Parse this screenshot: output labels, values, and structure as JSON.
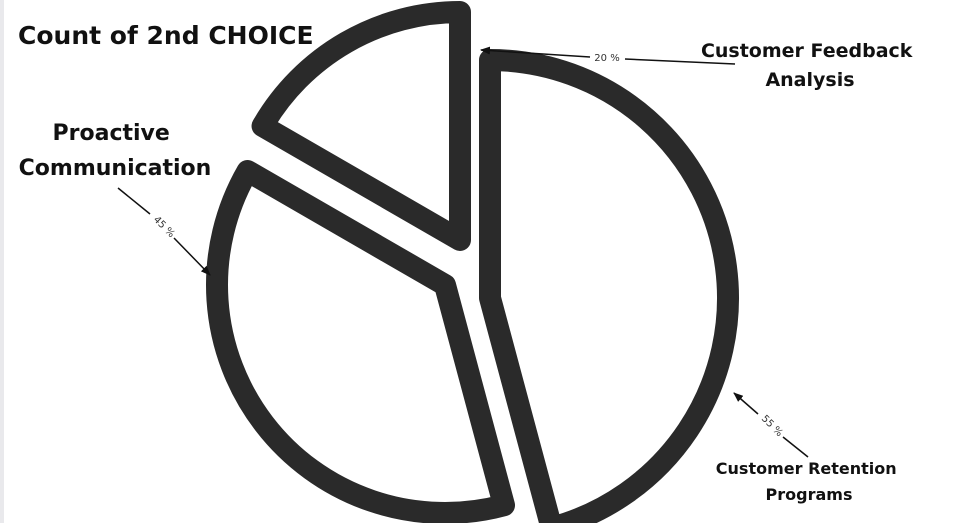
{
  "chart_data": {
    "type": "pie",
    "title": "Count of 2nd CHOICE",
    "categories": [
      "Customer Feedback Analysis",
      "Customer Retention Programs",
      "Proactive Communication"
    ],
    "values": [
      20,
      55,
      45
    ],
    "value_labels": [
      "20 %",
      "55 %",
      "45 %"
    ],
    "slices": [
      {
        "name": "Customer Feedback Analysis",
        "label_lines": [
          "Customer Feedback",
          "Analysis"
        ],
        "value": 20,
        "value_label": "20 %"
      },
      {
        "name": "Customer Retention Programs",
        "label_lines": [
          "Customer Retention",
          "Programs"
        ],
        "value": 55,
        "value_label": "55 %"
      },
      {
        "name": "Proactive Communication",
        "label_lines": [
          "Proactive",
          "Communication"
        ],
        "value": 45,
        "value_label": "45 %"
      }
    ],
    "legend": "none",
    "style": {
      "stroke": "#2a2a2a",
      "fill": "#ffffff",
      "text": "#111111"
    }
  }
}
